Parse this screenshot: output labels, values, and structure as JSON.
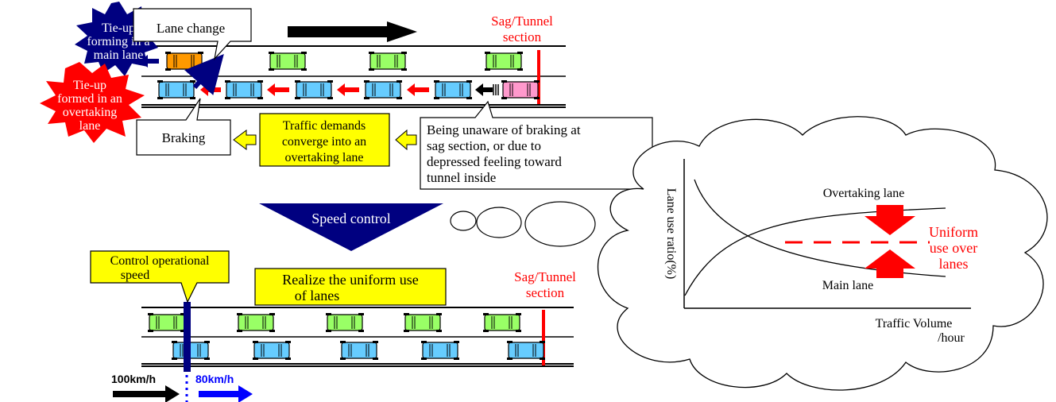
{
  "top_scene": {
    "sag_label_line1": "Sag/Tunnel",
    "sag_label_line2": "section",
    "burst_main_line1": "Tie-up",
    "burst_main_line2": "forming in a",
    "burst_main_line3": "main lane",
    "burst_over_line1": "Tie-up",
    "burst_over_line2": "formed in an",
    "burst_over_line3": "overtaking",
    "burst_over_line4": "lane",
    "lane_change": "Lane change",
    "braking": "Braking",
    "demands_line1": "Traffic demands",
    "demands_line2": "converge into an",
    "demands_line3": "overtaking lane",
    "unaware_line1": "Being unaware of braking at",
    "unaware_line2": "sag section, or due to",
    "unaware_line3": "depressed feeling toward",
    "unaware_line4": "tunnel inside"
  },
  "speed_control": "Speed control",
  "bottom_scene": {
    "control_line1": "Control operational",
    "control_line2": "speed",
    "realize_line1": "Realize the uniform use",
    "realize_line2": "of lanes",
    "sag_label_line1": "Sag/Tunnel",
    "sag_label_line2": "section",
    "speed_before": "100km/h",
    "speed_after": "80km/h"
  },
  "chart_data": {
    "type": "line",
    "ylabel": "Lane use ratio(%)",
    "xlabel_line1": "Traffic Volume",
    "xlabel_line2": "/hour",
    "series": [
      {
        "name": "Overtaking lane",
        "trend": "rises with traffic volume"
      },
      {
        "name": "Main lane",
        "trend": "falls with traffic volume"
      }
    ],
    "annotation_line1": "Uniform",
    "annotation_line2": "use over",
    "annotation_line3": "lanes"
  },
  "colors": {
    "red": "#ff0000",
    "navy": "#000080",
    "yellow": "#ffff00",
    "car_green": "#99ff66",
    "car_blue": "#66ccff",
    "car_orange": "#ff9900",
    "car_pink": "#ff99cc",
    "speed_blue": "#0000ff"
  }
}
